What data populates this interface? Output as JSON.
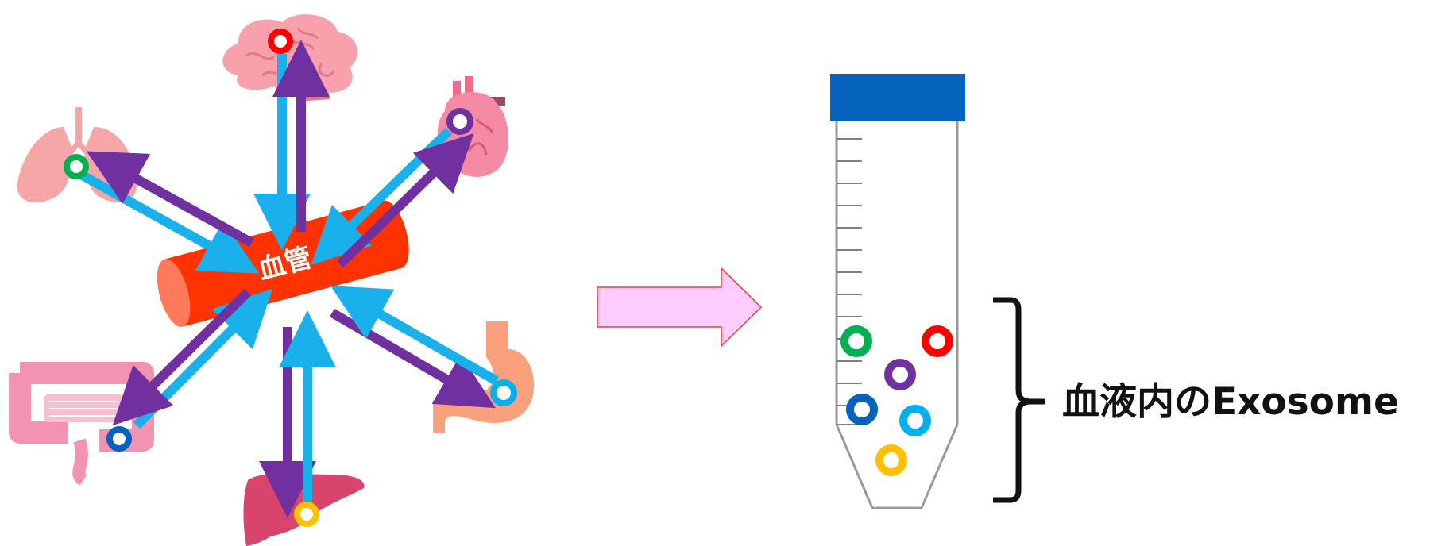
{
  "vessel": {
    "label": "血管",
    "color": "#ff3300"
  },
  "exosome_label": "血液内のExosome",
  "colors": {
    "arrow_in": "#1ab0ec",
    "arrow_out": "#7030a0",
    "tube_cap": "#0563be",
    "tube_outline": "#9a9a9a",
    "transition_arrow_fill": "#ffccff",
    "transition_arrow_stroke": "#ff3333"
  },
  "organs": [
    {
      "name": "brain",
      "icon": "brain-icon",
      "exosome_color": "#ff0000"
    },
    {
      "name": "heart",
      "icon": "heart-icon",
      "exosome_color": "#7030a0"
    },
    {
      "name": "lungs",
      "icon": "lungs-icon",
      "exosome_color": "#00b050"
    },
    {
      "name": "intestine",
      "icon": "intestine-icon",
      "exosome_color": "#0563be"
    },
    {
      "name": "liver",
      "icon": "liver-icon",
      "exosome_color": "#ffc000"
    },
    {
      "name": "stomach",
      "icon": "stomach-icon",
      "exosome_color": "#00b0f0"
    }
  ],
  "tube_exosomes": [
    {
      "color": "#00b050"
    },
    {
      "color": "#ff0000"
    },
    {
      "color": "#7030a0"
    },
    {
      "color": "#0563be"
    },
    {
      "color": "#00b0f0"
    },
    {
      "color": "#ffc000"
    }
  ]
}
